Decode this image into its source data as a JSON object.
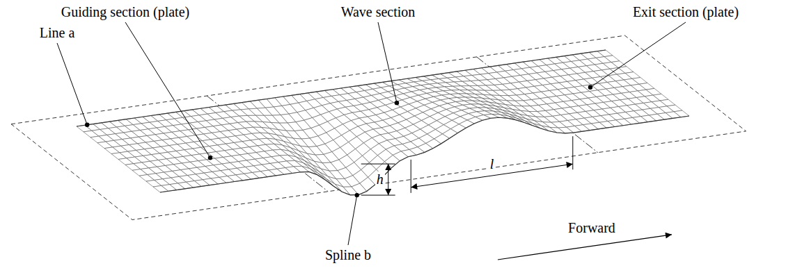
{
  "diagram": {
    "labels": [
      "Guiding section (plate)",
      "Wave section",
      "Exit section (plate)",
      "Line a",
      "h",
      "l",
      "Forward",
      "Spline b"
    ]
  }
}
